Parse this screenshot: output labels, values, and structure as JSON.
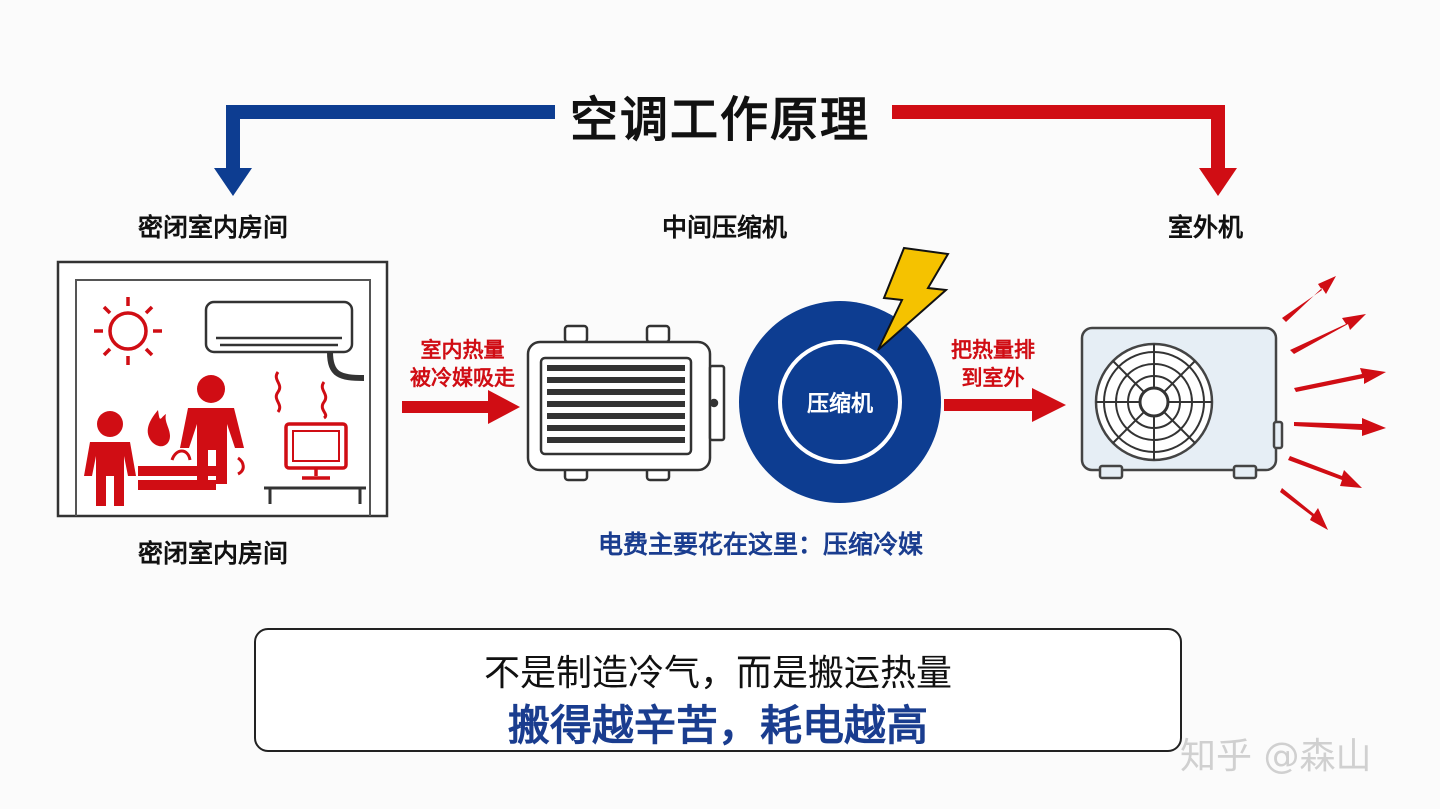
{
  "title": "空调工作原理",
  "labels": {
    "room_top": "密闭室内房间",
    "compressor_top": "中间压缩机",
    "outdoor_top": "室外机",
    "room_bottom": "密闭室内房间"
  },
  "arrows": {
    "indoor_line1": "室内热量",
    "indoor_line2": "被冷媒吸走",
    "outdoor_line1": "把热量排",
    "outdoor_line2": "到室外"
  },
  "compressor": {
    "label": "压缩机",
    "note": "电费主要花在这里：压缩冷媒"
  },
  "summary": {
    "line1": "不是制造冷气，而是搬运热量",
    "line2": "搬得越辛苦，耗电越高"
  },
  "watermark": "知乎 @森山",
  "colors": {
    "blue": "#0d3d91",
    "red": "#d00d14",
    "dark_blue_text": "#1a3d8f"
  },
  "icons": [
    "sun-icon",
    "wall-ac-icon",
    "person-icon",
    "flame-icon",
    "heat-wave-icon",
    "tv-icon",
    "condenser-icon",
    "lightning-icon",
    "fan-unit-icon",
    "heat-ray-icon"
  ]
}
